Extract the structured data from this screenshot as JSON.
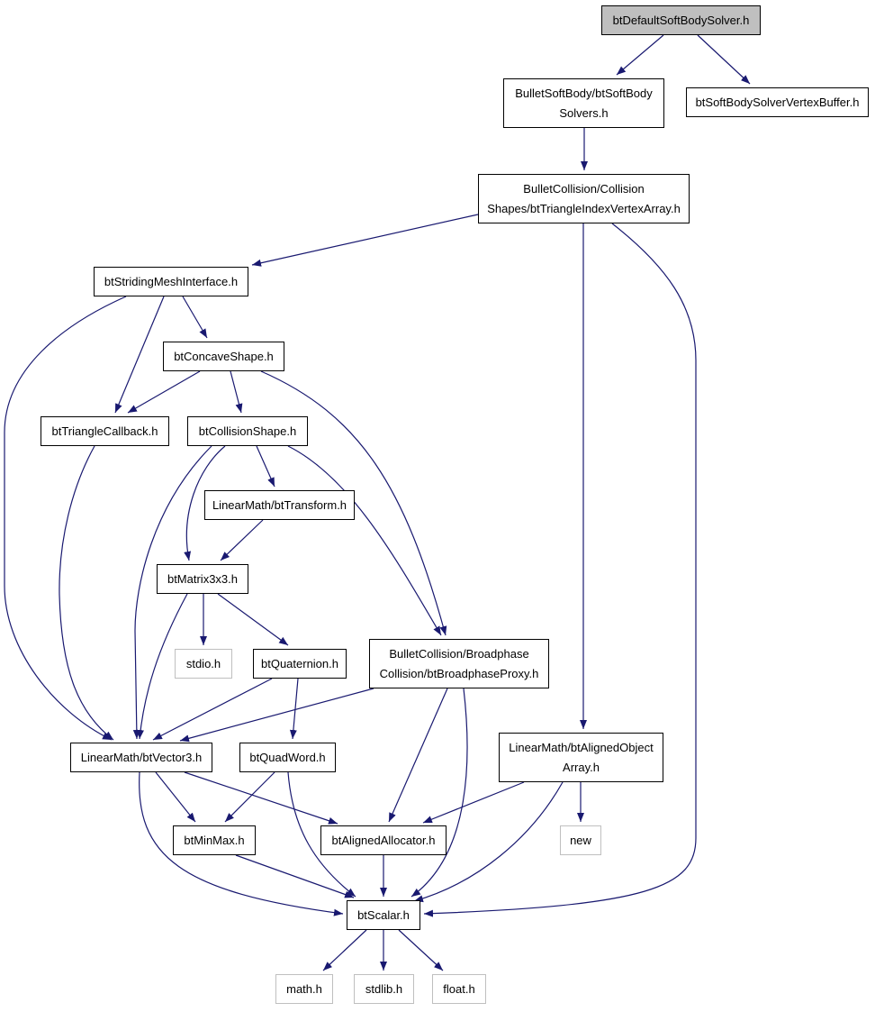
{
  "colors": {
    "edge": "#191970",
    "border": "#000000",
    "external_border": "#bfbfbf",
    "root_fill": "#bfbfbf"
  },
  "nodes": {
    "root": {
      "lines": [
        "btDefaultSoftBodySolver.h"
      ]
    },
    "solvers": {
      "lines": [
        "BulletSoftBody/btSoftBody",
        "Solvers.h"
      ]
    },
    "vertexbuffer": {
      "lines": [
        "btSoftBodySolverVertexBuffer.h"
      ]
    },
    "triangleindex": {
      "lines": [
        "BulletCollision/Collision",
        "Shapes/btTriangleIndexVertexArray.h"
      ]
    },
    "striding": {
      "lines": [
        "btStridingMeshInterface.h"
      ]
    },
    "concave": {
      "lines": [
        "btConcaveShape.h"
      ]
    },
    "tricallback": {
      "lines": [
        "btTriangleCallback.h"
      ]
    },
    "collisionshape": {
      "lines": [
        "btCollisionShape.h"
      ]
    },
    "transform": {
      "lines": [
        "LinearMath/btTransform.h"
      ]
    },
    "matrix": {
      "lines": [
        "btMatrix3x3.h"
      ]
    },
    "stdio": {
      "lines": [
        "stdio.h"
      ]
    },
    "quaternion": {
      "lines": [
        "btQuaternion.h"
      ]
    },
    "broadphase": {
      "lines": [
        "BulletCollision/Broadphase",
        "Collision/btBroadphaseProxy.h"
      ]
    },
    "alignedarray": {
      "lines": [
        "LinearMath/btAlignedObject",
        "Array.h"
      ]
    },
    "vector3": {
      "lines": [
        "LinearMath/btVector3.h"
      ]
    },
    "quadword": {
      "lines": [
        "btQuadWord.h"
      ]
    },
    "new": {
      "lines": [
        "new"
      ]
    },
    "minmax": {
      "lines": [
        "btMinMax.h"
      ]
    },
    "allocator": {
      "lines": [
        "btAlignedAllocator.h"
      ]
    },
    "scalar": {
      "lines": [
        "btScalar.h"
      ]
    },
    "math": {
      "lines": [
        "math.h"
      ]
    },
    "stdlib": {
      "lines": [
        "stdlib.h"
      ]
    },
    "float": {
      "lines": [
        "float.h"
      ]
    }
  }
}
